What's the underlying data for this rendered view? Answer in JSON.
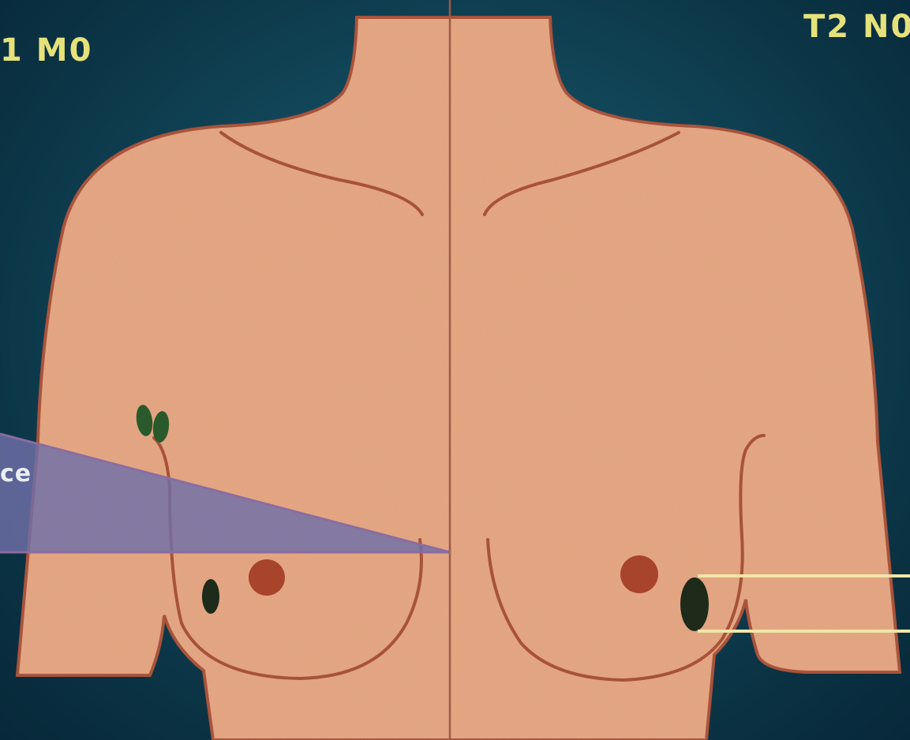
{
  "labels": {
    "left_stage": "1 M0",
    "right_stage": "T2 N0",
    "pointer_text": "ce"
  },
  "colors": {
    "background": "#114658",
    "skin": "#e4a480",
    "outline": "#a8523a",
    "lymph_node": "#2a5a2c",
    "tumor": "#1e2a1a",
    "nipple": "#a8432c",
    "wedge": "#6f6fa8",
    "label_text": "#e6e27a",
    "pointer_line": "#f0e6a8"
  },
  "icons": {
    "lymph_nodes": "axillary-lymph-nodes-icon",
    "left_tumor": "small-tumor-icon",
    "right_tumor": "large-tumor-icon"
  }
}
